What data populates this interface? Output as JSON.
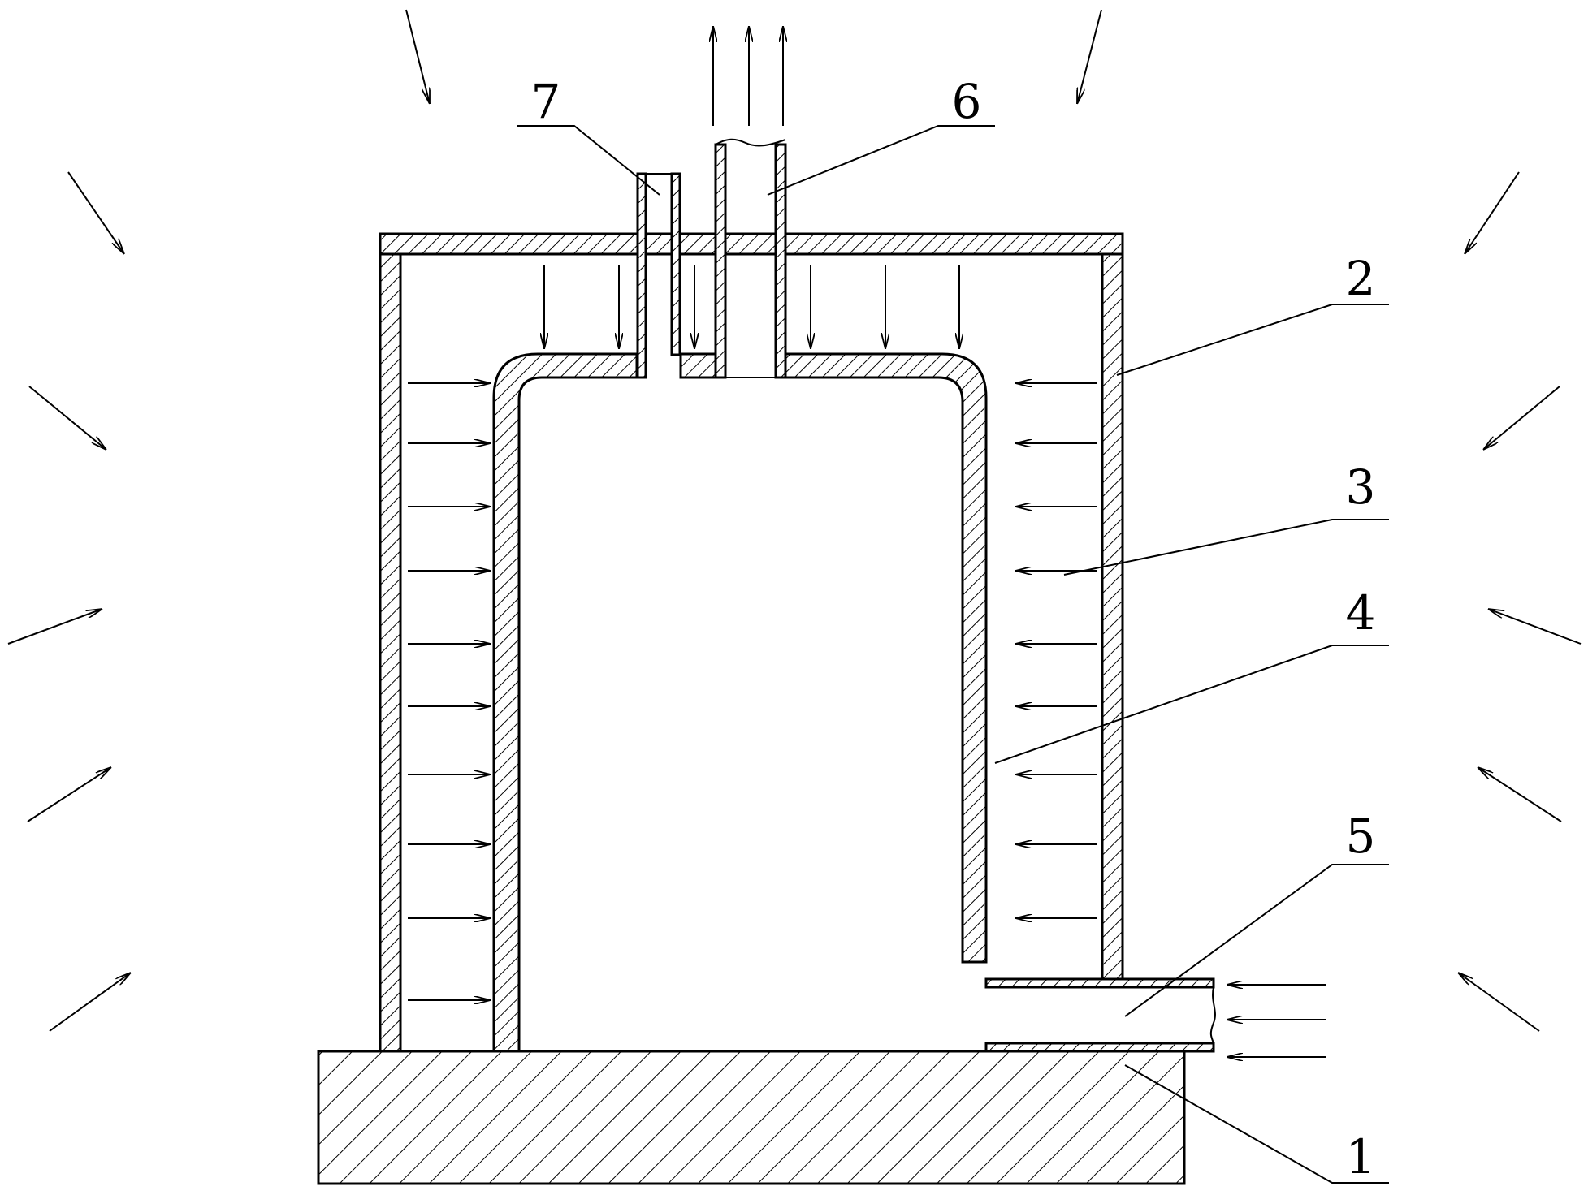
{
  "labels": {
    "base": "1",
    "outer_shell": "2",
    "gap": "3",
    "inner_wall": "4",
    "inlet_pipe": "5",
    "outlet_pipe": "6",
    "small_pipe": "7"
  }
}
